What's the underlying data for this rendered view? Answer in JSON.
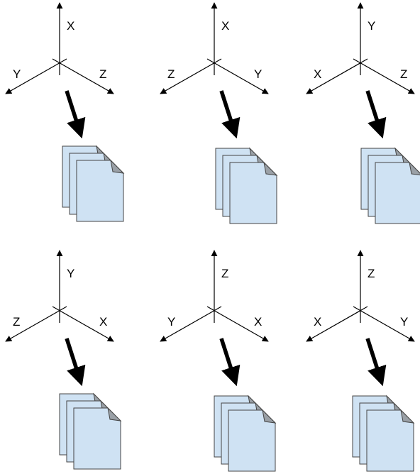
{
  "colors": {
    "line": "#000000",
    "document_fill": "#cfe2f3",
    "document_stroke": "#444444",
    "document_fold": "#9aa0a6"
  },
  "icons": {
    "arrow": "arrow-down-right-icon",
    "document": "document-stack-icon"
  },
  "panels": [
    {
      "up": "X",
      "left": "Y",
      "right": "Z"
    },
    {
      "up": "X",
      "left": "Z",
      "right": "Y"
    },
    {
      "up": "Y",
      "left": "X",
      "right": "Z"
    },
    {
      "up": "Y",
      "left": "Z",
      "right": "X"
    },
    {
      "up": "Z",
      "left": "Y",
      "right": "X"
    },
    {
      "up": "Z",
      "left": "X",
      "right": "Y"
    }
  ]
}
